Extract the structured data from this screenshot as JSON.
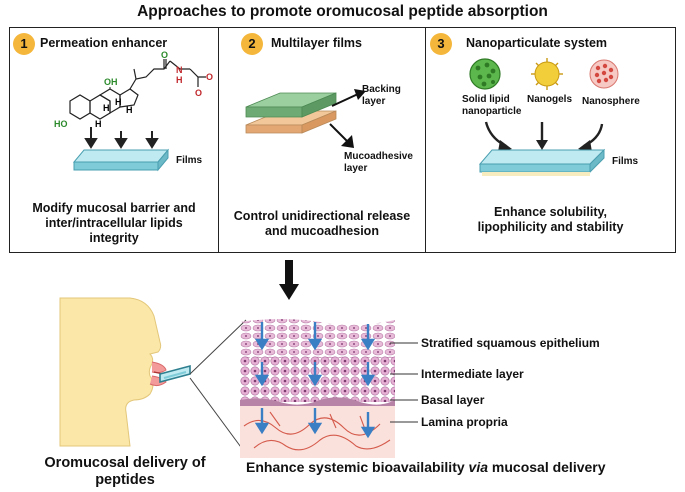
{
  "title": "Approaches to promote oromucosal peptide absorption",
  "panels": [
    {
      "number": "1",
      "heading": "Permeation enhancer",
      "film_label": "Films",
      "caption_line1": "Modify mucosal barrier and",
      "caption_line2": "inter/intracellular lipids",
      "caption_line3": "integrity",
      "atoms": {
        "oh_top": "OH",
        "ho_left": "HO",
        "h1": "H",
        "h2": "H",
        "h3": "H",
        "h4": "H",
        "nh": "N",
        "nh_h": "H",
        "o1": "O",
        "o2": "O",
        "o_minus": "O"
      }
    },
    {
      "number": "2",
      "heading": "Multilayer films",
      "backing_label_1": "Backing",
      "backing_label_2": "layer",
      "mucoadhesive_label_1": "Mucoadhesive",
      "mucoadhesive_label_2": "layer",
      "caption_line1": "Control unidirectional release",
      "caption_line2": "and mucoadhesion"
    },
    {
      "number": "3",
      "heading": "Nanoparticulate system",
      "particles": [
        "Solid lipid",
        "nanoparticle",
        "Nanogels",
        "Nanosphere"
      ],
      "film_label": "Films",
      "caption_line1": "Enhance solubility,",
      "caption_line2": "lipophilicity and stability"
    }
  ],
  "layers": [
    "Stratified squamous epithelium",
    "Intermediate layer",
    "Basal layer",
    "Lamina propria"
  ],
  "bottom_left_caption_1": "Oromucosal delivery of",
  "bottom_left_caption_2": "peptides",
  "bottom_right_caption_pre": "Enhance systemic bioavailability ",
  "bottom_right_caption_italic": "via",
  "bottom_right_caption_post": " mucosal delivery",
  "colors": {
    "badge": "#f5b73b",
    "film_top": "#bfeaf2",
    "film_side": "#7fcbd8",
    "backing": "#86bf8c",
    "mucoadhesive": "#f2c89a",
    "epithelium": "#e3b4d3",
    "face": "#fbe7a8",
    "arrow_blue": "#3a7fc4"
  }
}
